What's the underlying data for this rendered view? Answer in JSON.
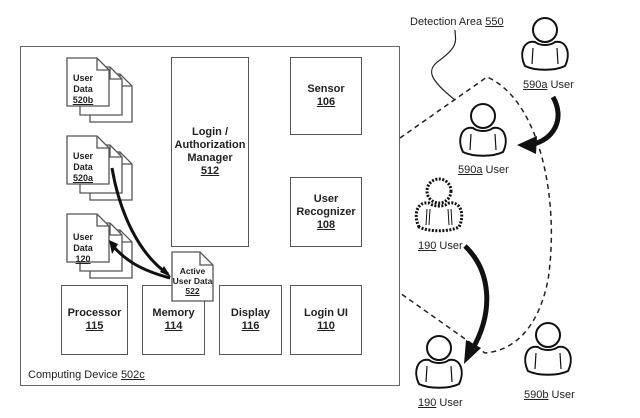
{
  "diagram": {
    "computing_device": {
      "label": "Computing Device",
      "ref": "502c"
    },
    "detection_area": {
      "label": "Detection Area",
      "ref": "550"
    },
    "components": {
      "login_manager": {
        "label_lines": [
          "Login /",
          "Authorization",
          "Manager"
        ],
        "ref": "512"
      },
      "sensor": {
        "label": "Sensor",
        "ref": "106"
      },
      "user_recognizer": {
        "label_lines": [
          "User",
          "Recognizer"
        ],
        "ref": "108"
      },
      "processor": {
        "label": "Processor",
        "ref": "115"
      },
      "memory": {
        "label": "Memory",
        "ref": "114"
      },
      "display": {
        "label": "Display",
        "ref": "116"
      },
      "login_ui": {
        "label": "Login UI",
        "ref": "110"
      }
    },
    "documents": {
      "user_data_520b": {
        "label": "User Data",
        "ref": "520b"
      },
      "user_data_520a": {
        "label": "User Data",
        "ref": "520a"
      },
      "user_data_120": {
        "label": "User Data",
        "ref": "120"
      },
      "active_user_data": {
        "label_lines": [
          "Active",
          "User Data"
        ],
        "ref": "522"
      }
    },
    "users": {
      "user_590a_outside": {
        "ref": "590a",
        "label": "User"
      },
      "user_590a_inside": {
        "ref": "590a",
        "label": "User"
      },
      "user_190_top": {
        "ref": "190",
        "label": "User"
      },
      "user_190_bottom": {
        "ref": "190",
        "label": "User"
      },
      "user_590b": {
        "ref": "590b",
        "label": "User"
      }
    }
  }
}
